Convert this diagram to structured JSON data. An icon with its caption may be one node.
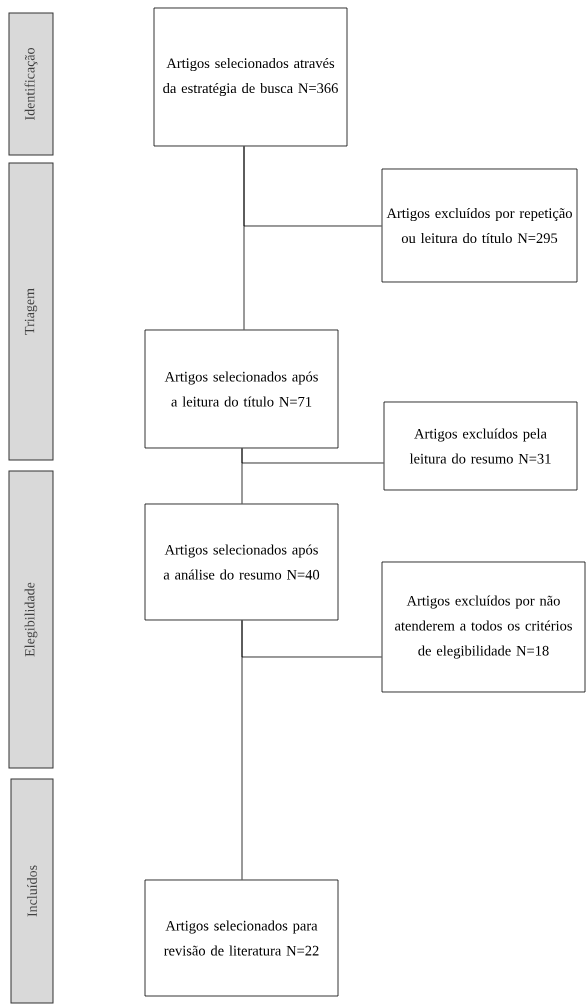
{
  "diagram": {
    "nodes": [
      {
        "text": [
          "Identificação"
        ]
      },
      {
        "text": [
          "Artigos selecionados através da estratégia de busca N=366"
        ]
      },
      {
        "text": [
          "Triagem"
        ]
      },
      {
        "text": [
          "Artigos excluídos por repetição ou leitura do título N=295"
        ]
      },
      {
        "text": [
          "Artigos selecionados após a leitura do título N=71"
        ]
      },
      {
        "text": [
          "Artigos excluídos pela leitura do resumo N=31"
        ]
      },
      {
        "text": [
          "Elegibilidade"
        ]
      },
      {
        "text": [
          "Artigos selecionados após a análise do resumo N=40"
        ]
      },
      {
        "text": [
          "Artigos excluídos por não atenderem a todos os critérios de elegibilidade N=18"
        ]
      },
      {
        "text": [
          "Incluídos"
        ]
      },
      {
        "text": [
          "Artigos selecionados para revisão de literatura N=22"
        ]
      }
    ],
    "edges": [
      {
        "from": 1,
        "to": 4,
        "arrow": "none"
      },
      {
        "from": 1,
        "to": 3,
        "arrow": "none"
      },
      {
        "from": 4,
        "to": 7,
        "arrow": "none"
      },
      {
        "from": 4,
        "to": 5,
        "arrow": "none"
      },
      {
        "from": 7,
        "to": 10,
        "arrow": "none"
      },
      {
        "from": 7,
        "to": 8,
        "arrow": "none"
      }
    ]
  }
}
